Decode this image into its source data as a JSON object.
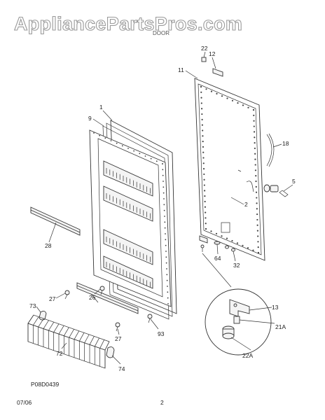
{
  "watermark": "AppliancePartsPros.com",
  "header": {
    "section": "DOOR"
  },
  "diagram_code": "P08D0439",
  "footer": {
    "date": "07/06",
    "page": "2"
  },
  "callouts": [
    "22",
    "12",
    "11",
    "1",
    "9",
    "18",
    "5",
    "2",
    "64",
    "32",
    "28",
    "27",
    "26",
    "73",
    "27",
    "93",
    "72",
    "74",
    "13",
    "21A",
    "22A"
  ]
}
